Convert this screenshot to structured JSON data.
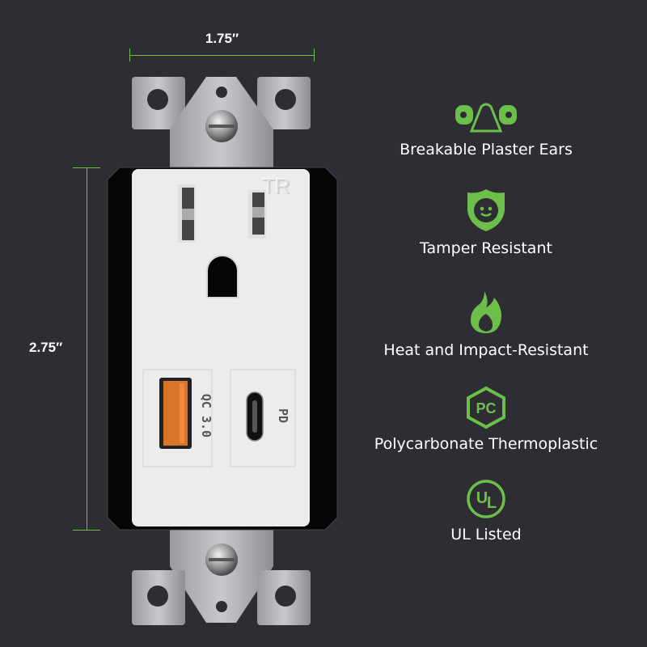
{
  "dimensions": {
    "width_label": "1.75″",
    "height_label": "2.75″"
  },
  "outlet": {
    "tr_mark": "TR",
    "usb_a_label": "QC 3.0",
    "usb_c_label": "PD"
  },
  "features": [
    {
      "icon": "plaster-ears-icon",
      "label": "Breakable Plaster Ears"
    },
    {
      "icon": "child-shield-icon",
      "label": "Tamper Resistant"
    },
    {
      "icon": "flame-icon",
      "label": "Heat and Impact-Resistant"
    },
    {
      "icon": "pc-hexagon-icon",
      "label": "Polycarbonate Thermoplastic"
    },
    {
      "icon": "ul-icon",
      "label": "UL Listed"
    }
  ],
  "colors": {
    "background": "#2e2d33",
    "accent": "#6cc04a",
    "dimension_line": "#6cc04a"
  }
}
